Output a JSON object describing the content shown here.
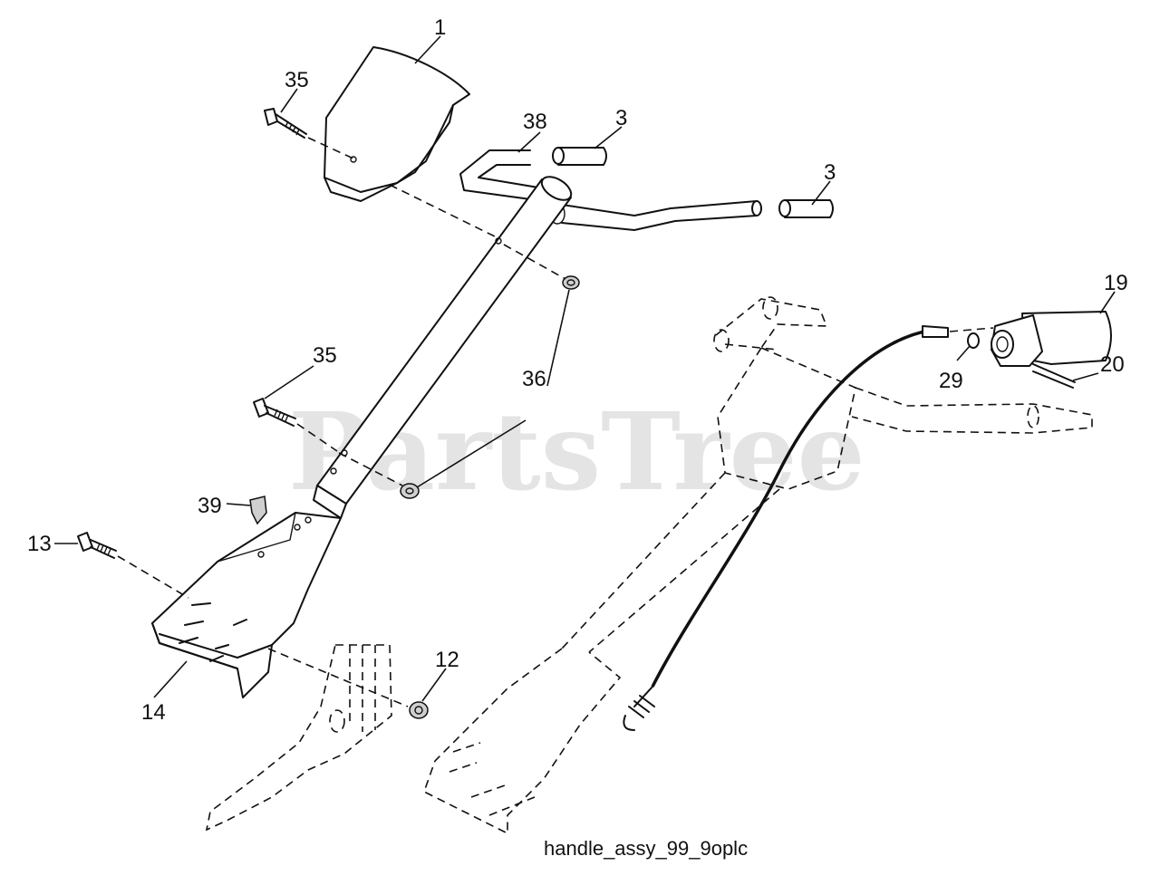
{
  "watermark": "PartsTree",
  "caption": "handle_assy_99_9oplc",
  "callouts": {
    "c1": "1",
    "c35a": "35",
    "c38": "38",
    "c3a": "3",
    "c3b": "3",
    "c19": "19",
    "c20": "20",
    "c29": "29",
    "c35b": "35",
    "c36": "36",
    "c39": "39",
    "c13": "13",
    "c12": "12",
    "c14": "14"
  }
}
